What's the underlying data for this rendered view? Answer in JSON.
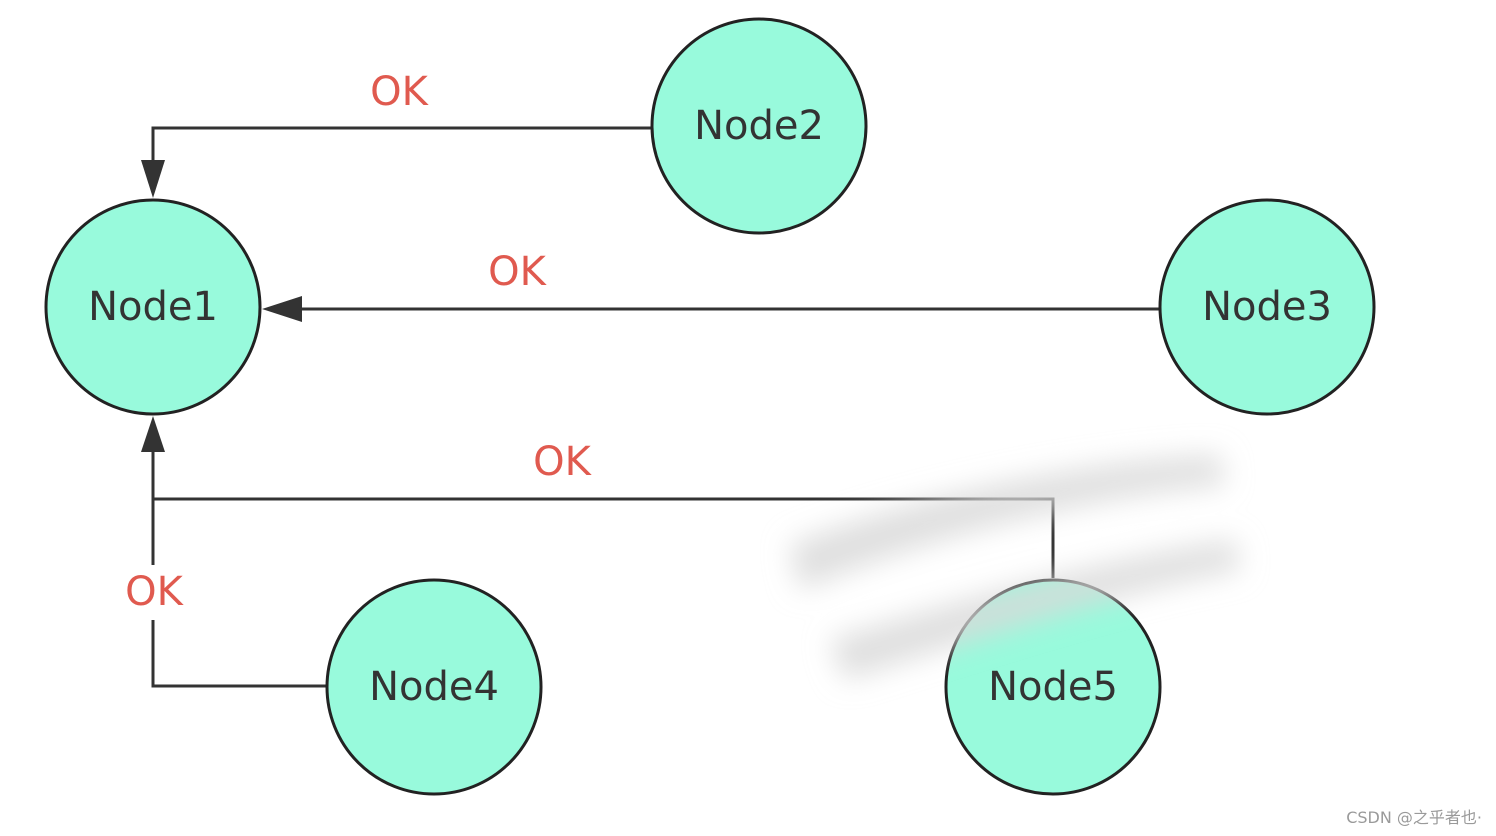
{
  "nodes": {
    "node1": "Node1",
    "node2": "Node2",
    "node3": "Node3",
    "node4": "Node4",
    "node5": "Node5"
  },
  "edges": {
    "node2_to_node1": "OK",
    "node3_to_node1": "OK",
    "node5_to_node1": "OK",
    "node4_to_node1": "OK"
  },
  "colors": {
    "node_fill": "#98fadc",
    "node_stroke": "#222222",
    "edge_stroke": "#333333",
    "edge_label": "#e05a4f"
  },
  "watermark": "CSDN @之乎者也·"
}
